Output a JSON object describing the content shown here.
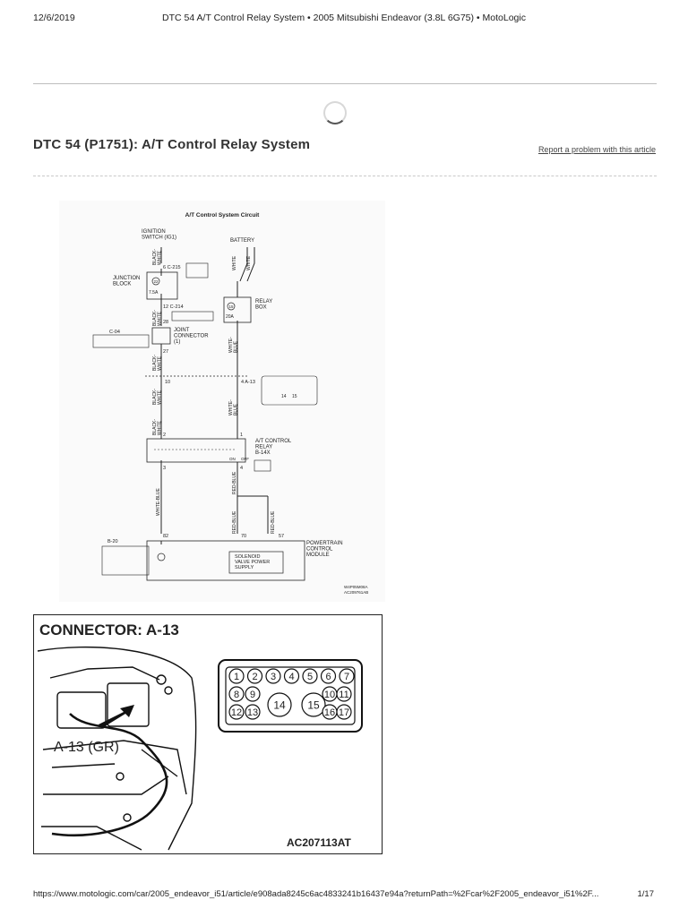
{
  "header": {
    "date": "12/6/2019",
    "page_title": "DTC 54 A/T Control Relay System • 2005 Mitsubishi Endeavor (3.8L 6G75) • MotoLogic"
  },
  "article": {
    "title": "DTC 54 (P1751): A/T Control Relay System",
    "report_link": "Report a problem with this article"
  },
  "circuit": {
    "title": "A/T Control System Circuit",
    "ignition_switch": "IGNITION\nSWITCH (IG1)",
    "battery": "BATTERY",
    "junction_block": "JUNCTION\nBLOCK",
    "relay_box": "RELAY\nBOX",
    "joint_connector": "JOINT\nCONNECTOR\n(1)",
    "at_control_relay": "A/T CONTROL\nRELAY\nB-14X",
    "pcm": "POWERTRAIN\nCONTROL\nMODULE",
    "solenoid": "SOLENOID\nVALVE POWER\nSUPPLY",
    "fuse_7_5a": "7.5A",
    "fuse_20a": "20A",
    "fuse_22": "22",
    "fuse_15": "15",
    "conn_c215": "6 C-215",
    "conn_c214": "12 C-214",
    "conn_c04": "C-04",
    "conn_a13": "4 A-13",
    "conn_b20": "B-20",
    "pin_28": "28",
    "pin_27": "27",
    "pin_10": "10",
    "pin_2": "2",
    "pin_1": "1",
    "pin_3": "3",
    "pin_4": "4",
    "pin_82": "82",
    "pin_70": "70",
    "pin_57": "57",
    "on_label": "ON",
    "off_label": "OFF",
    "wire_black_white": "BLACK-\nWHITE",
    "wire_white": "WHITE",
    "wire_white_blue": "WHITE-\nBLUE",
    "wire_white_blue_2": "WHITE-BLUE",
    "wire_red_blue": "RED-BLUE",
    "code1": "W4P05M08A",
    "code2": "AC209761AB",
    "a13_pin_14": "14",
    "a13_pin_15": "15"
  },
  "connector_figure": {
    "title": "CONNECTOR: A-13",
    "callout": "A-13 (GR)",
    "code": "AC207113AT",
    "pins_top": [
      "1",
      "2",
      "3",
      "4",
      "5",
      "6",
      "7"
    ],
    "pins_row2_left": [
      "8",
      "9"
    ],
    "pins_row2_right": [
      "10",
      "11"
    ],
    "pins_row3_left": [
      "12",
      "13"
    ],
    "pins_big": [
      "14",
      "15"
    ],
    "pins_row3_right": [
      "16",
      "17"
    ]
  },
  "footer": {
    "url": "https://www.motologic.com/car/2005_endeavor_i51/article/e908ada8245c6ac4833241b16437e94a?returnPath=%2Fcar%2F2005_endeavor_i51%2F...",
    "page": "1/17"
  }
}
